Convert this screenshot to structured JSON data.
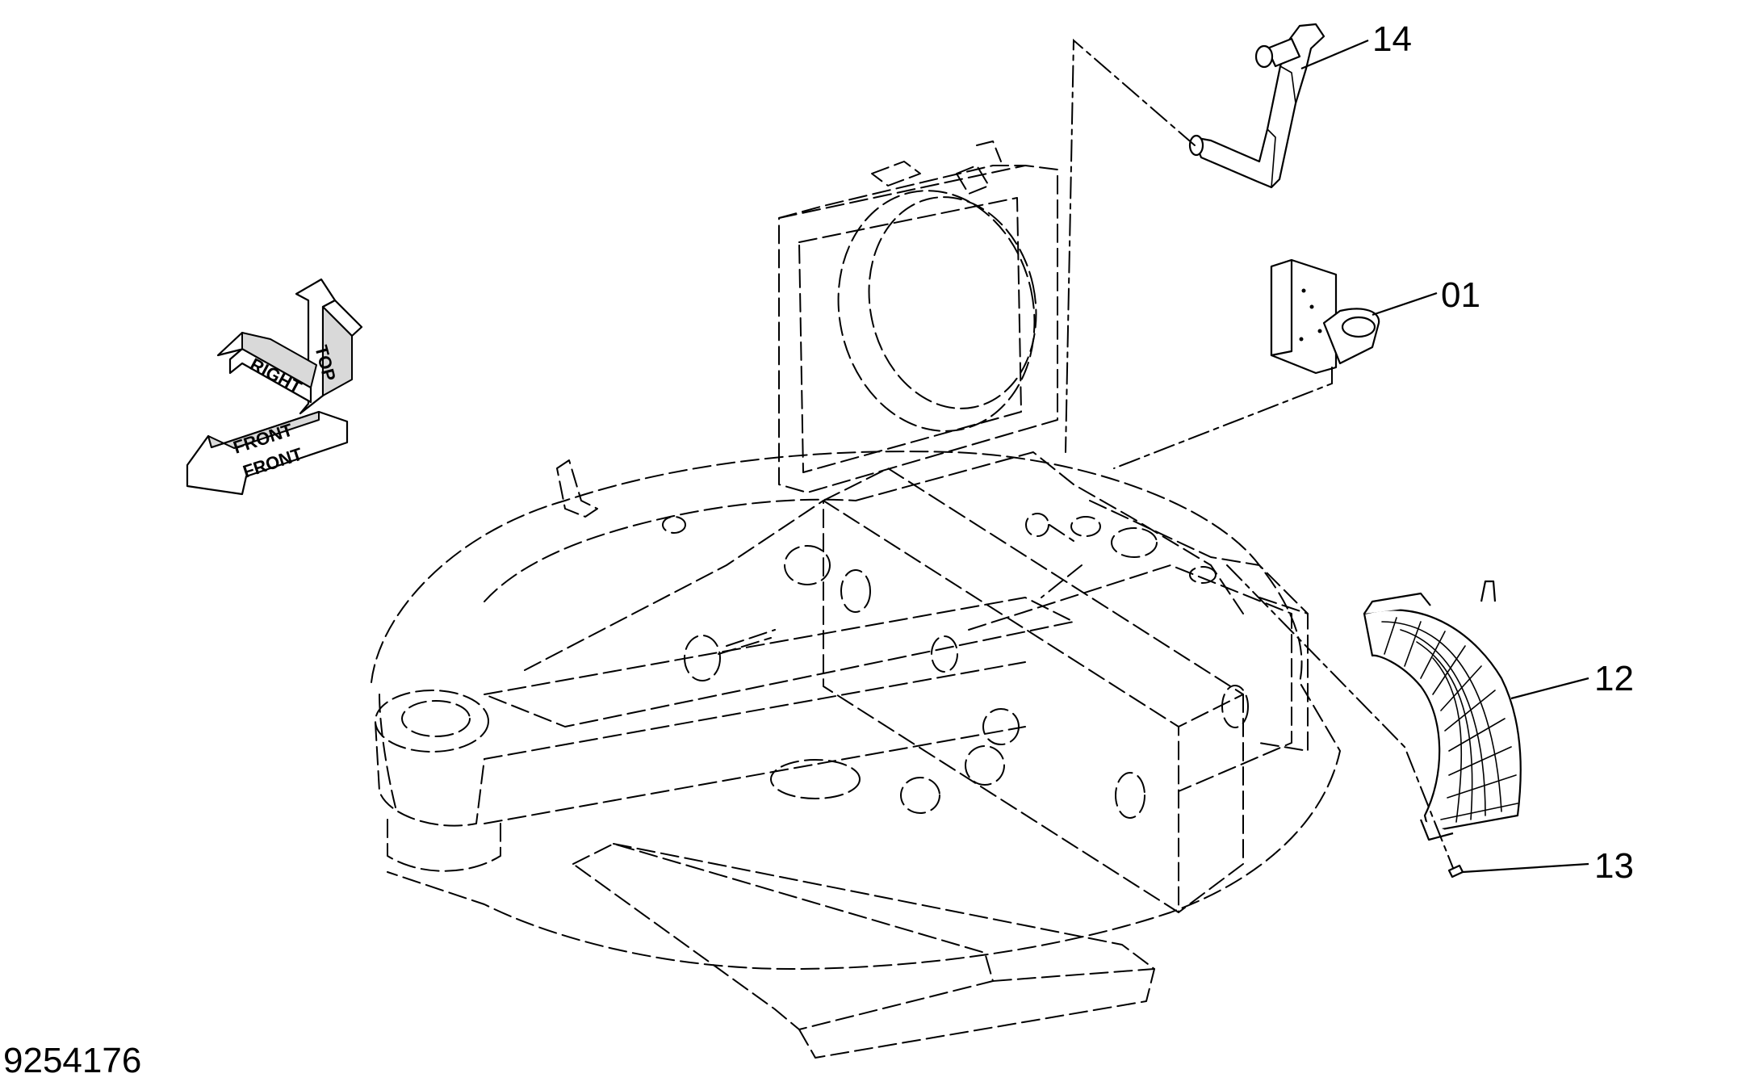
{
  "figure_number": "9254176",
  "orientation_indicator": {
    "top_label": "TOP",
    "right_label": "RIGHT",
    "front_label": "FRONT"
  },
  "callouts": [
    {
      "id": "callout-14",
      "label": "14"
    },
    {
      "id": "callout-01",
      "label": "01"
    },
    {
      "id": "callout-12",
      "label": "12"
    },
    {
      "id": "callout-13",
      "label": "13"
    }
  ]
}
